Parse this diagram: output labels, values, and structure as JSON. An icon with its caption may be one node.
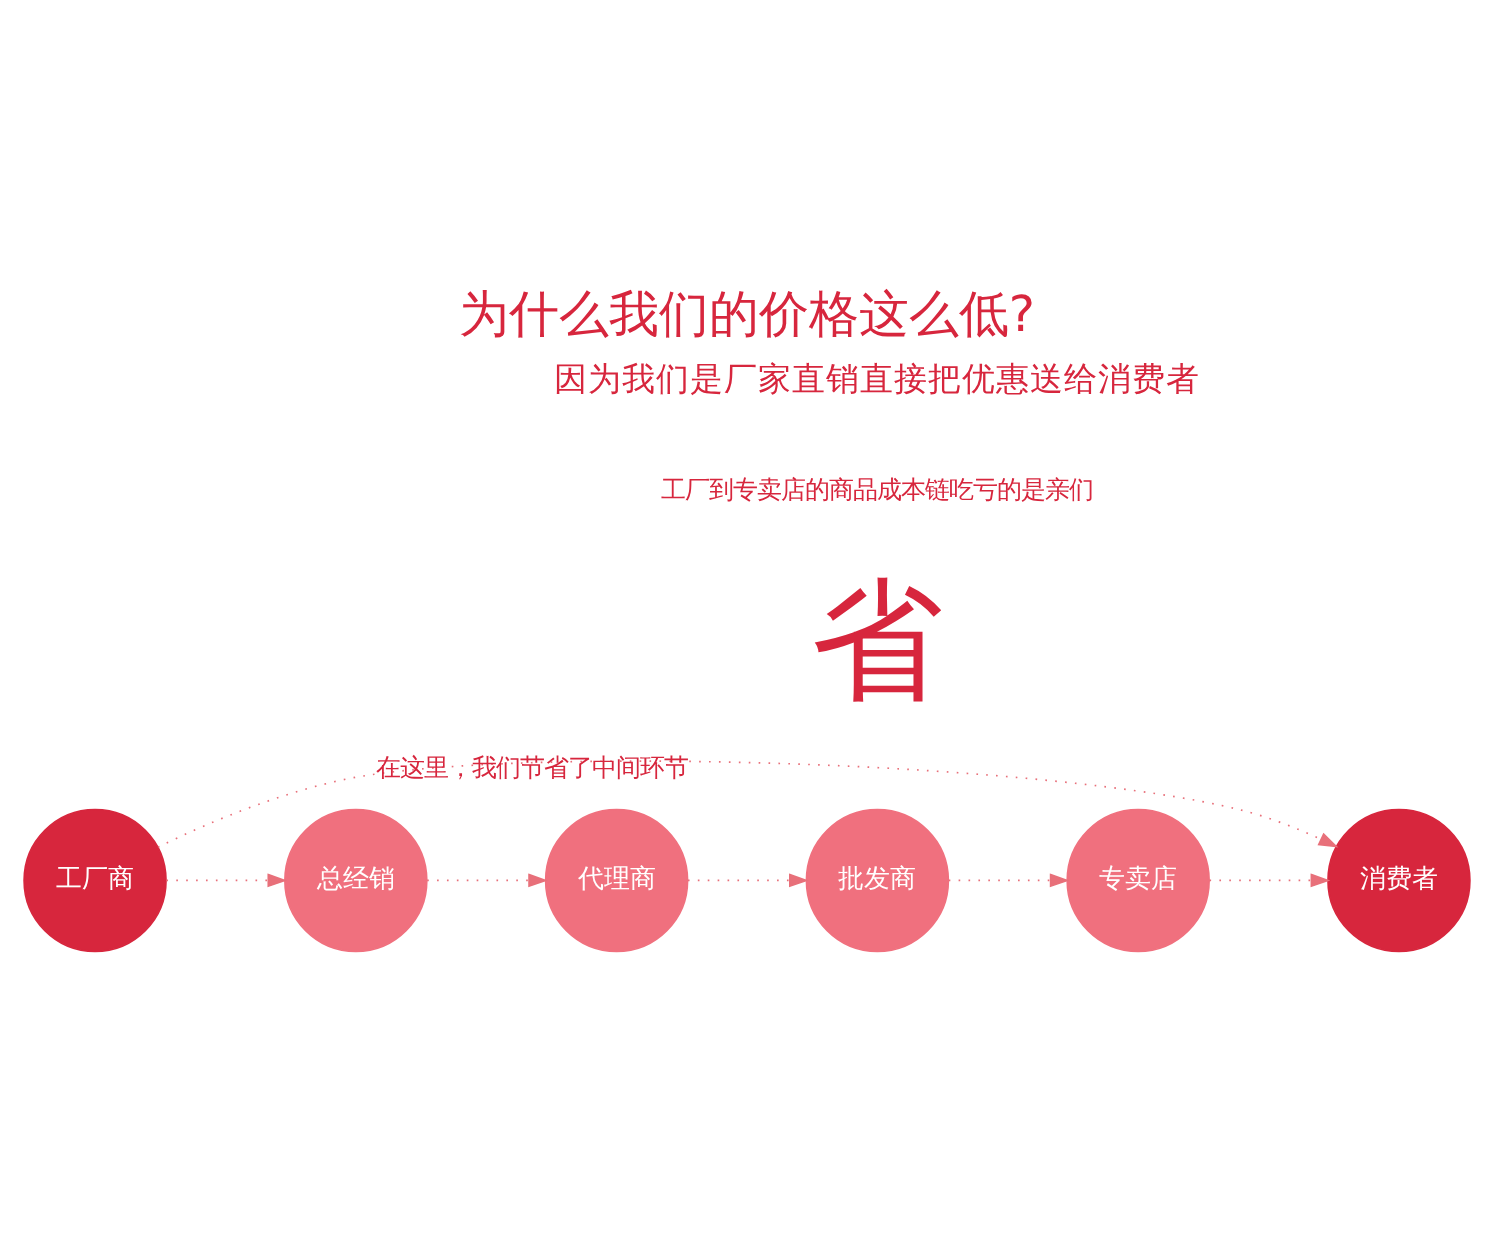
{
  "diagram": {
    "title": "为什么我们的价格这么低?",
    "nodes": [
      {
        "text": [
          "工厂商"
        ]
      },
      {
        "text": [
          "总经销"
        ]
      },
      {
        "text": [
          "代理商"
        ]
      },
      {
        "text": [
          "批发商"
        ]
      },
      {
        "text": [
          "专卖店"
        ]
      },
      {
        "text": [
          "消费者"
        ]
      }
    ],
    "edges": [
      {
        "from": 0,
        "to": 1,
        "arrow": "to",
        "style": "dashed"
      },
      {
        "from": 1,
        "to": 2,
        "arrow": "to",
        "style": "dashed"
      },
      {
        "from": 2,
        "to": 3,
        "arrow": "to",
        "style": "dashed"
      },
      {
        "from": 3,
        "to": 4,
        "arrow": "to",
        "style": "dashed"
      },
      {
        "from": 4,
        "to": 5,
        "arrow": "to",
        "style": "dashed"
      },
      {
        "from": 0,
        "to": 5,
        "arrow": "to",
        "style": "dashed",
        "label": "在这里，我们节省了中间环节"
      }
    ],
    "labels": [
      "因为我们是厂家直销直接把优惠送给消费者",
      "工厂到专卖店的商品成本链吃亏的是亲们",
      "省"
    ]
  }
}
